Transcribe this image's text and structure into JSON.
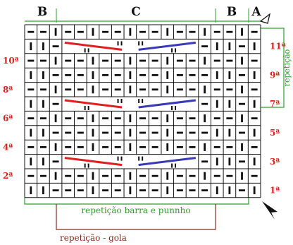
{
  "headers": {
    "b_left": "B",
    "c": "C",
    "b_right": "B",
    "a": "A"
  },
  "row_labels": {
    "left": [
      "2ª",
      "4ª",
      "6ª",
      "8ª",
      "10ª"
    ],
    "right": [
      "1ª",
      "3ª",
      "5ª",
      "7ª",
      "9ª",
      "11ª"
    ]
  },
  "repeat_labels": {
    "side": "repetição",
    "bottom": "repetição barra e punnho",
    "collar": "repetição - gola"
  },
  "colors": {
    "row_label": "#e0201c",
    "cable_red": "#e02020",
    "cable_blue": "#3a3ab8",
    "green_line": "#2e9e2e",
    "collar_line": "#8b2a1c",
    "grid": "#111111"
  },
  "grid": {
    "columns": 19,
    "rows": 12,
    "cell_patterns": {
      "odd_row": [
        "|",
        "|",
        "-",
        "C",
        "C",
        "C",
        "C",
        "C",
        "C",
        "C",
        "C",
        "C",
        "C",
        "C",
        "-",
        "|",
        "|",
        "-",
        "|"
      ],
      "even_row": [
        "-",
        "-",
        "|",
        "-",
        "-",
        "|",
        "-",
        "-",
        "|",
        "-",
        "-",
        "|",
        "-",
        "-",
        "|",
        "-",
        "-",
        "|",
        "-"
      ]
    },
    "cable_rows": [
      1,
      5,
      9
    ]
  }
}
